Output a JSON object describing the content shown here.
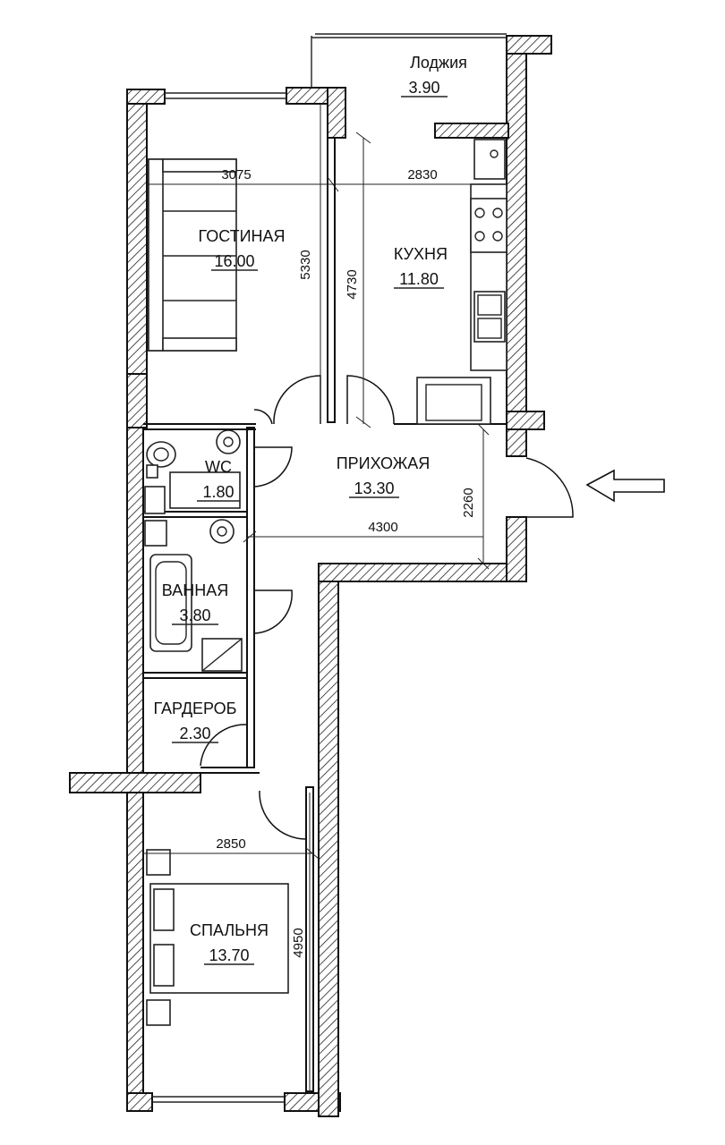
{
  "rooms": {
    "loggia": {
      "name": "Лоджия",
      "area": "3.90"
    },
    "living": {
      "name": "ГОСТИНАЯ",
      "area": "16.00"
    },
    "kitchen": {
      "name": "КУХНЯ",
      "area": "11.80"
    },
    "hall": {
      "name": "ПРИХОЖАЯ",
      "area": "13.30"
    },
    "wc": {
      "name": "WC",
      "area": "1.80"
    },
    "bath": {
      "name": "ВАННАЯ",
      "area": "3.80"
    },
    "wardrobe": {
      "name": "ГАРДЕРОБ",
      "area": "2.30"
    },
    "bedroom": {
      "name": "СПАЛЬНЯ",
      "area": "13.70"
    }
  },
  "dimensions": {
    "living_width": "3075",
    "kitchen_width": "2830",
    "living_height": "5330",
    "kitchen_height": "4730",
    "hall_width": "4300",
    "hall_height": "2260",
    "bedroom_width": "2850",
    "bedroom_height": "4950"
  },
  "icons": {
    "entrance": "arrow-left-icon"
  }
}
